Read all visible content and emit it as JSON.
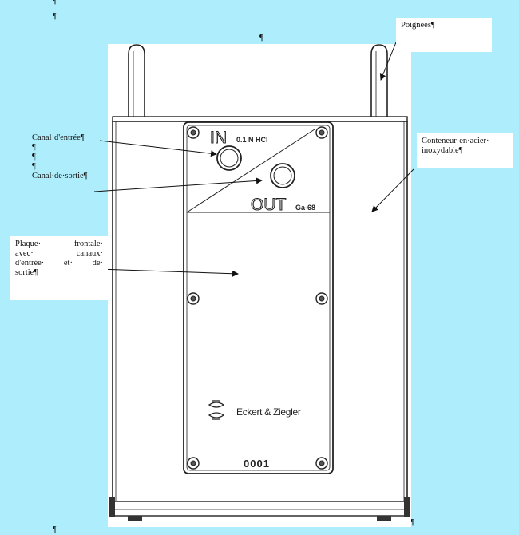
{
  "callouts": {
    "poignees": "Poignées¶",
    "conteneur": [
      "Conteneur·en·acier·",
      "inoxydable¶"
    ],
    "canal": [
      "Canal·d'entrée¶",
      "¶",
      "¶",
      "¶",
      "Canal·de·sortie¶"
    ],
    "plaque": [
      "Plaque·  frontale·",
      "avec·  canaux·",
      "d'entrée·  et·  de·",
      "sortie¶"
    ]
  },
  "device": {
    "in_label": "IN",
    "in_sub": "0.1 N HCl",
    "out_label": "OUT",
    "out_sub": "Ga-68",
    "brand": "Eckert & Ziegler",
    "serial": "0001"
  },
  "pilcrows": [
    "¶",
    "¶",
    "¶",
    "¶",
    "¶"
  ],
  "colors": {
    "background": "#aeeefc",
    "device_fill": "#ffffff",
    "stroke": "#222222"
  }
}
